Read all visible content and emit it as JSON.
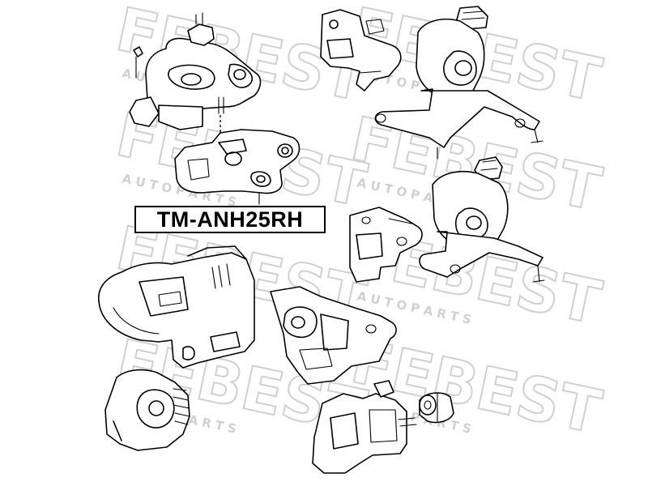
{
  "part_number": "TM-ANH25RH",
  "watermark": {
    "brand": "FEBEST",
    "tagline": "A U T O   P A R T S"
  },
  "colors": {
    "line": "#000000",
    "background": "#ffffff",
    "watermark": "#d4d4d4"
  }
}
